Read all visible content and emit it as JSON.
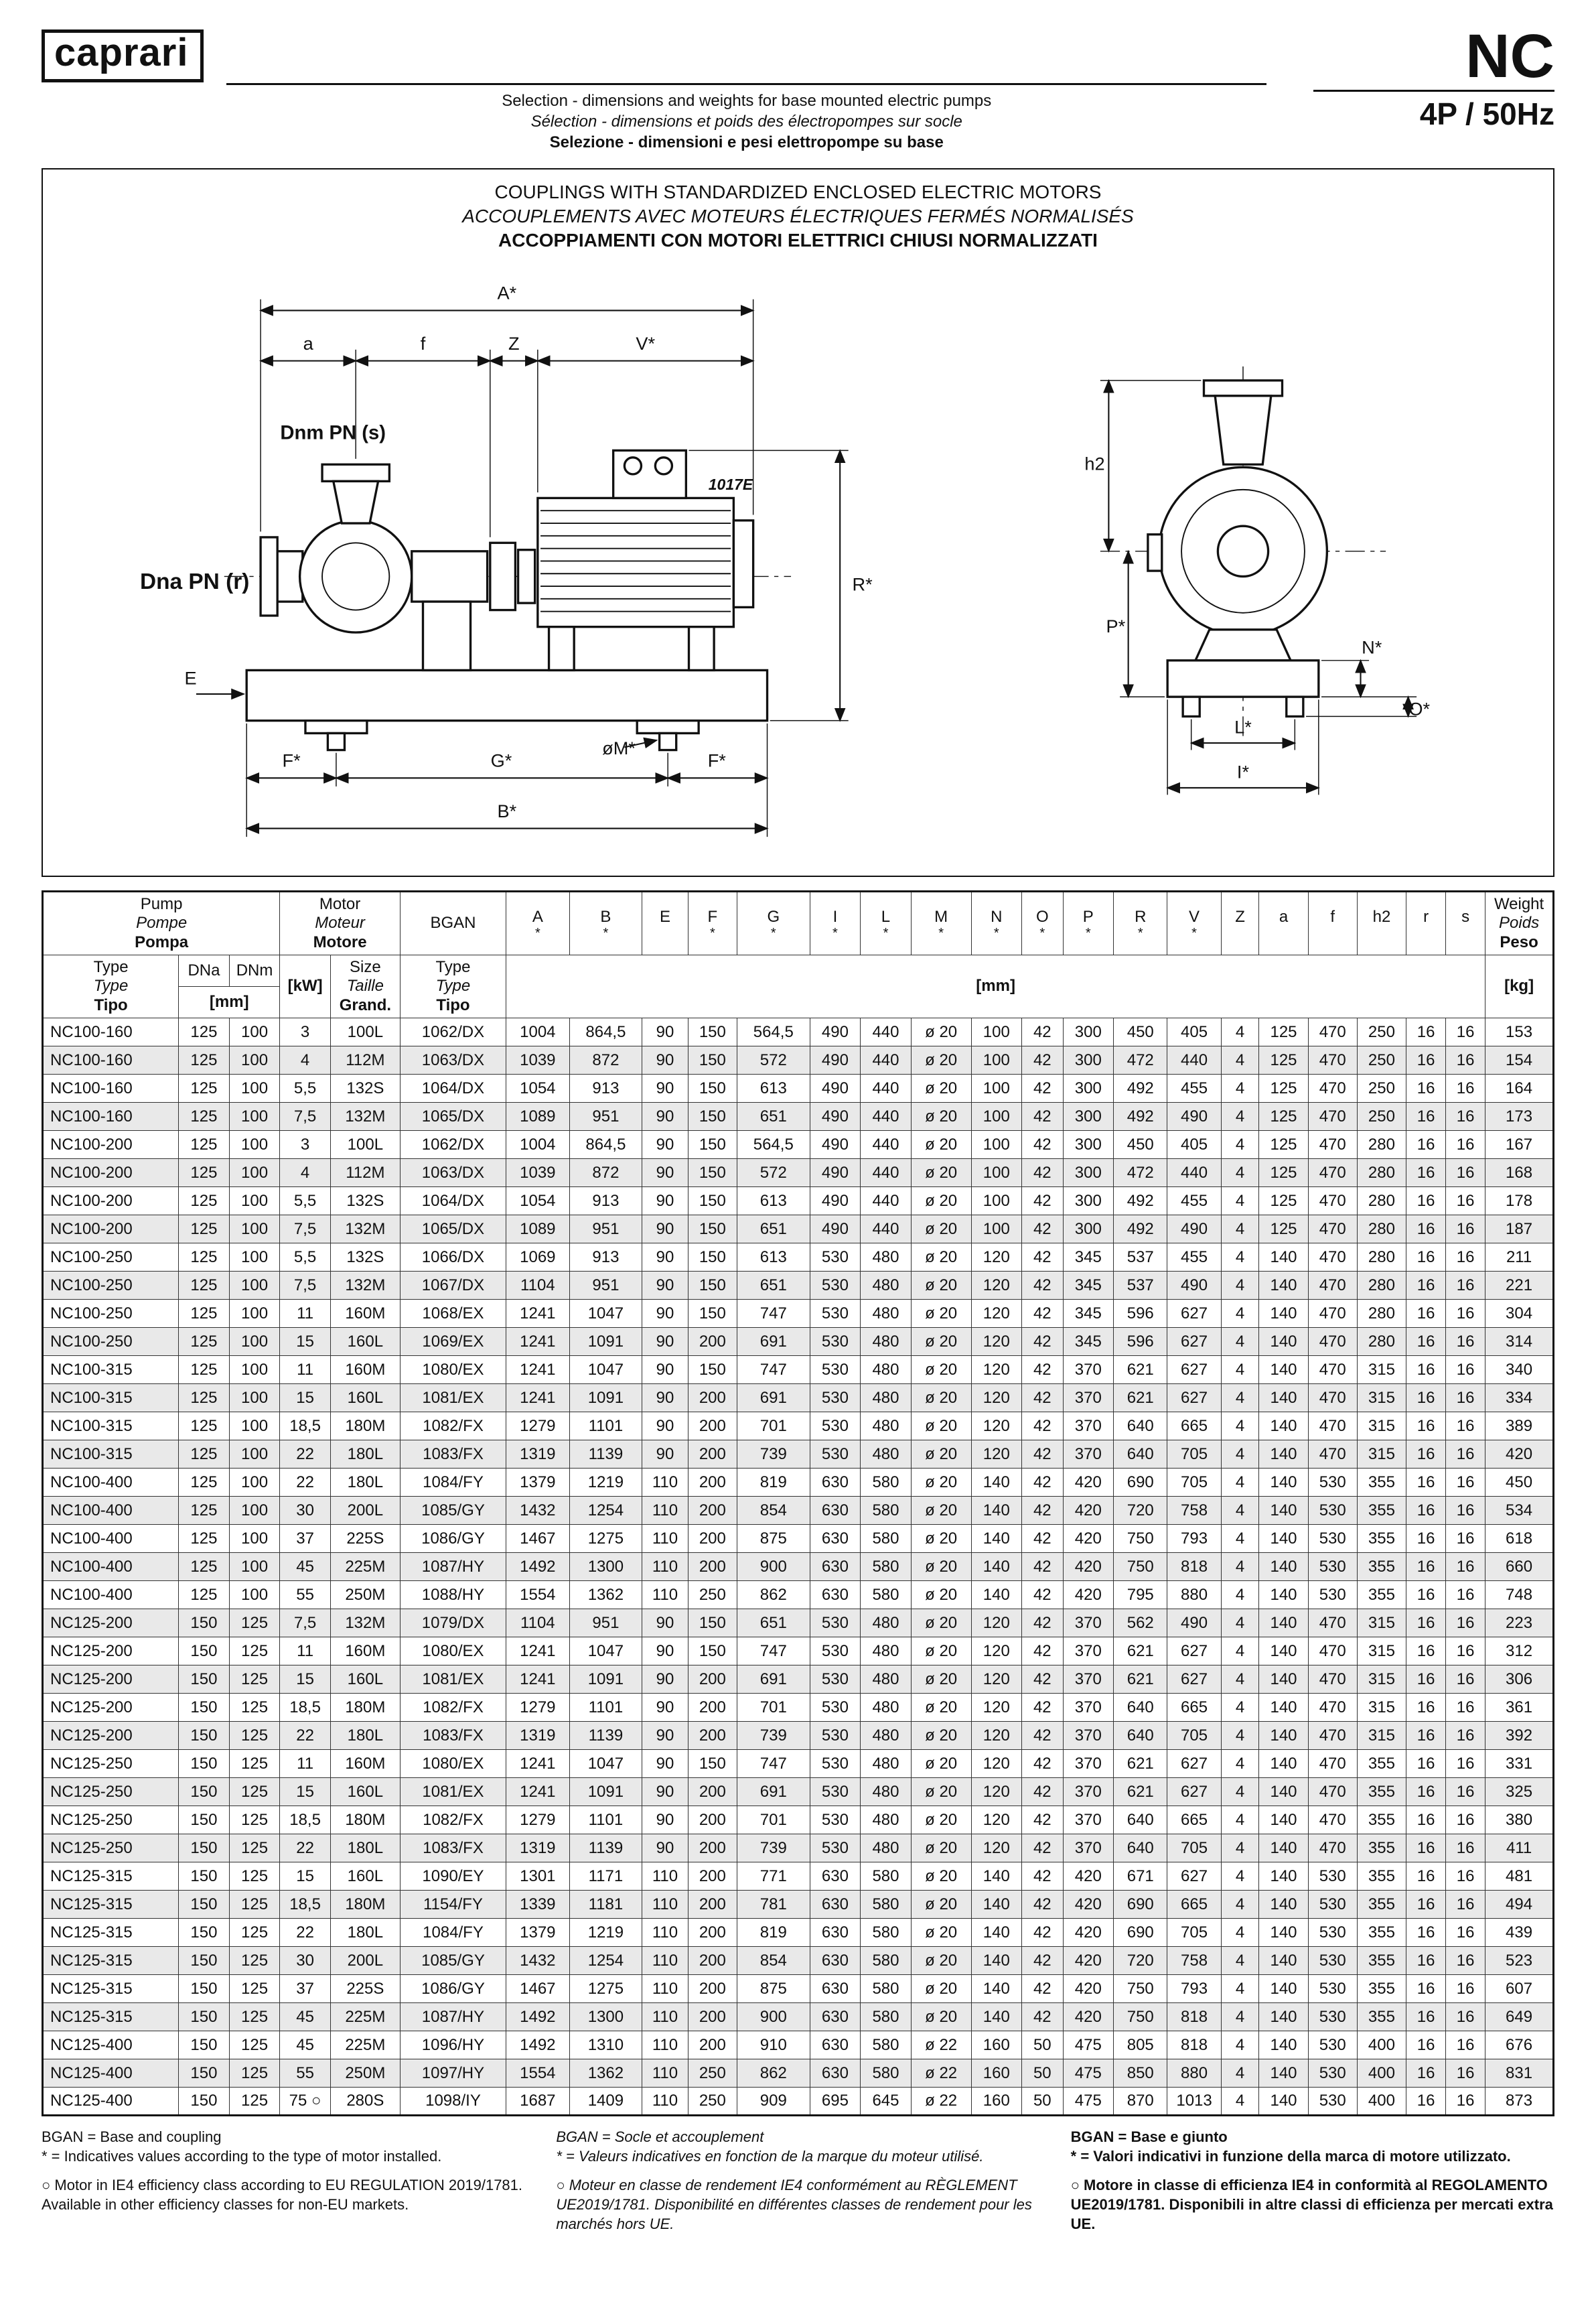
{
  "header": {
    "logo": "caprari",
    "product": "NC",
    "variant": "4P / 50Hz",
    "subtitle_en": "Selection - dimensions and weights for base mounted electric pumps",
    "subtitle_fr": "Sélection - dimensions et poids des électropompes sur socle",
    "subtitle_it": "Selezione - dimensioni e pesi elettropompe su base"
  },
  "drawing": {
    "title_en": "COUPLINGS WITH STANDARDIZED ENCLOSED ELECTRIC MOTORS",
    "title_fr": "ACCOUPLEMENTS AVEC MOTEURS ÉLECTRIQUES FERMÉS NORMALISÉS",
    "title_it": "ACCOPPIAMENTI CON MOTORI ELETTRICI CHIUSI NORMALIZZATI",
    "labels": {
      "A": "A*",
      "a": "a",
      "f": "f",
      "Z": "Z",
      "V": "V*",
      "dnm": "Dnm PN (s)",
      "dna": "Dna PN (r)",
      "code": "1017E",
      "R": "R*",
      "E": "E",
      "M": "øM*",
      "F1": "F*",
      "G": "G*",
      "F2": "F*",
      "B": "B*",
      "h2": "h2",
      "P": "P*",
      "N": "N*",
      "O": "O*",
      "L": "L*",
      "I": "I*"
    }
  },
  "table": {
    "groups": {
      "pump": [
        "Pump",
        "Pompe",
        "Pompa"
      ],
      "motor": [
        "Motor",
        "Moteur",
        "Motore"
      ],
      "bgan": "BGAN",
      "weight": [
        "Weight",
        "Poids",
        "Peso"
      ],
      "type": [
        "Type",
        "Type",
        "Tipo"
      ],
      "size": [
        "Size",
        "Taille",
        "Grand."
      ],
      "dna": "DNa",
      "dnm": "DNm",
      "kw": "[kW]",
      "mm": "[mm]",
      "kg": "[kg]"
    },
    "dim_cols": [
      {
        "l": "A",
        "s": "*"
      },
      {
        "l": "B",
        "s": "*"
      },
      {
        "l": "E",
        "s": ""
      },
      {
        "l": "F",
        "s": "*"
      },
      {
        "l": "G",
        "s": "*"
      },
      {
        "l": "I",
        "s": "*"
      },
      {
        "l": "L",
        "s": "*"
      },
      {
        "l": "M",
        "s": "*"
      },
      {
        "l": "N",
        "s": "*"
      },
      {
        "l": "O",
        "s": "*"
      },
      {
        "l": "P",
        "s": "*"
      },
      {
        "l": "R",
        "s": "*"
      },
      {
        "l": "V",
        "s": "*"
      },
      {
        "l": "Z",
        "s": ""
      },
      {
        "l": "a",
        "s": ""
      },
      {
        "l": "f",
        "s": ""
      },
      {
        "l": "h2",
        "s": ""
      },
      {
        "l": "r",
        "s": ""
      },
      {
        "l": "s",
        "s": ""
      }
    ],
    "rows": [
      [
        "NC100-160",
        "125",
        "100",
        "3",
        "100L",
        "1062/DX",
        "1004",
        "864,5",
        "90",
        "150",
        "564,5",
        "490",
        "440",
        "ø 20",
        "100",
        "42",
        "300",
        "450",
        "405",
        "4",
        "125",
        "470",
        "250",
        "16",
        "16",
        "153"
      ],
      [
        "NC100-160",
        "125",
        "100",
        "4",
        "112M",
        "1063/DX",
        "1039",
        "872",
        "90",
        "150",
        "572",
        "490",
        "440",
        "ø 20",
        "100",
        "42",
        "300",
        "472",
        "440",
        "4",
        "125",
        "470",
        "250",
        "16",
        "16",
        "154"
      ],
      [
        "NC100-160",
        "125",
        "100",
        "5,5",
        "132S",
        "1064/DX",
        "1054",
        "913",
        "90",
        "150",
        "613",
        "490",
        "440",
        "ø 20",
        "100",
        "42",
        "300",
        "492",
        "455",
        "4",
        "125",
        "470",
        "250",
        "16",
        "16",
        "164"
      ],
      [
        "NC100-160",
        "125",
        "100",
        "7,5",
        "132M",
        "1065/DX",
        "1089",
        "951",
        "90",
        "150",
        "651",
        "490",
        "440",
        "ø 20",
        "100",
        "42",
        "300",
        "492",
        "490",
        "4",
        "125",
        "470",
        "250",
        "16",
        "16",
        "173"
      ],
      [
        "NC100-200",
        "125",
        "100",
        "3",
        "100L",
        "1062/DX",
        "1004",
        "864,5",
        "90",
        "150",
        "564,5",
        "490",
        "440",
        "ø 20",
        "100",
        "42",
        "300",
        "450",
        "405",
        "4",
        "125",
        "470",
        "280",
        "16",
        "16",
        "167"
      ],
      [
        "NC100-200",
        "125",
        "100",
        "4",
        "112M",
        "1063/DX",
        "1039",
        "872",
        "90",
        "150",
        "572",
        "490",
        "440",
        "ø 20",
        "100",
        "42",
        "300",
        "472",
        "440",
        "4",
        "125",
        "470",
        "280",
        "16",
        "16",
        "168"
      ],
      [
        "NC100-200",
        "125",
        "100",
        "5,5",
        "132S",
        "1064/DX",
        "1054",
        "913",
        "90",
        "150",
        "613",
        "490",
        "440",
        "ø 20",
        "100",
        "42",
        "300",
        "492",
        "455",
        "4",
        "125",
        "470",
        "280",
        "16",
        "16",
        "178"
      ],
      [
        "NC100-200",
        "125",
        "100",
        "7,5",
        "132M",
        "1065/DX",
        "1089",
        "951",
        "90",
        "150",
        "651",
        "490",
        "440",
        "ø 20",
        "100",
        "42",
        "300",
        "492",
        "490",
        "4",
        "125",
        "470",
        "280",
        "16",
        "16",
        "187"
      ],
      [
        "NC100-250",
        "125",
        "100",
        "5,5",
        "132S",
        "1066/DX",
        "1069",
        "913",
        "90",
        "150",
        "613",
        "530",
        "480",
        "ø 20",
        "120",
        "42",
        "345",
        "537",
        "455",
        "4",
        "140",
        "470",
        "280",
        "16",
        "16",
        "211"
      ],
      [
        "NC100-250",
        "125",
        "100",
        "7,5",
        "132M",
        "1067/DX",
        "1104",
        "951",
        "90",
        "150",
        "651",
        "530",
        "480",
        "ø 20",
        "120",
        "42",
        "345",
        "537",
        "490",
        "4",
        "140",
        "470",
        "280",
        "16",
        "16",
        "221"
      ],
      [
        "NC100-250",
        "125",
        "100",
        "11",
        "160M",
        "1068/EX",
        "1241",
        "1047",
        "90",
        "150",
        "747",
        "530",
        "480",
        "ø 20",
        "120",
        "42",
        "345",
        "596",
        "627",
        "4",
        "140",
        "470",
        "280",
        "16",
        "16",
        "304"
      ],
      [
        "NC100-250",
        "125",
        "100",
        "15",
        "160L",
        "1069/EX",
        "1241",
        "1091",
        "90",
        "200",
        "691",
        "530",
        "480",
        "ø 20",
        "120",
        "42",
        "345",
        "596",
        "627",
        "4",
        "140",
        "470",
        "280",
        "16",
        "16",
        "314"
      ],
      [
        "NC100-315",
        "125",
        "100",
        "11",
        "160M",
        "1080/EX",
        "1241",
        "1047",
        "90",
        "150",
        "747",
        "530",
        "480",
        "ø 20",
        "120",
        "42",
        "370",
        "621",
        "627",
        "4",
        "140",
        "470",
        "315",
        "16",
        "16",
        "340"
      ],
      [
        "NC100-315",
        "125",
        "100",
        "15",
        "160L",
        "1081/EX",
        "1241",
        "1091",
        "90",
        "200",
        "691",
        "530",
        "480",
        "ø 20",
        "120",
        "42",
        "370",
        "621",
        "627",
        "4",
        "140",
        "470",
        "315",
        "16",
        "16",
        "334"
      ],
      [
        "NC100-315",
        "125",
        "100",
        "18,5",
        "180M",
        "1082/FX",
        "1279",
        "1101",
        "90",
        "200",
        "701",
        "530",
        "480",
        "ø 20",
        "120",
        "42",
        "370",
        "640",
        "665",
        "4",
        "140",
        "470",
        "315",
        "16",
        "16",
        "389"
      ],
      [
        "NC100-315",
        "125",
        "100",
        "22",
        "180L",
        "1083/FX",
        "1319",
        "1139",
        "90",
        "200",
        "739",
        "530",
        "480",
        "ø 20",
        "120",
        "42",
        "370",
        "640",
        "705",
        "4",
        "140",
        "470",
        "315",
        "16",
        "16",
        "420"
      ],
      [
        "NC100-400",
        "125",
        "100",
        "22",
        "180L",
        "1084/FY",
        "1379",
        "1219",
        "110",
        "200",
        "819",
        "630",
        "580",
        "ø 20",
        "140",
        "42",
        "420",
        "690",
        "705",
        "4",
        "140",
        "530",
        "355",
        "16",
        "16",
        "450"
      ],
      [
        "NC100-400",
        "125",
        "100",
        "30",
        "200L",
        "1085/GY",
        "1432",
        "1254",
        "110",
        "200",
        "854",
        "630",
        "580",
        "ø 20",
        "140",
        "42",
        "420",
        "720",
        "758",
        "4",
        "140",
        "530",
        "355",
        "16",
        "16",
        "534"
      ],
      [
        "NC100-400",
        "125",
        "100",
        "37",
        "225S",
        "1086/GY",
        "1467",
        "1275",
        "110",
        "200",
        "875",
        "630",
        "580",
        "ø 20",
        "140",
        "42",
        "420",
        "750",
        "793",
        "4",
        "140",
        "530",
        "355",
        "16",
        "16",
        "618"
      ],
      [
        "NC100-400",
        "125",
        "100",
        "45",
        "225M",
        "1087/HY",
        "1492",
        "1300",
        "110",
        "200",
        "900",
        "630",
        "580",
        "ø 20",
        "140",
        "42",
        "420",
        "750",
        "818",
        "4",
        "140",
        "530",
        "355",
        "16",
        "16",
        "660"
      ],
      [
        "NC100-400",
        "125",
        "100",
        "55",
        "250M",
        "1088/HY",
        "1554",
        "1362",
        "110",
        "250",
        "862",
        "630",
        "580",
        "ø 20",
        "140",
        "42",
        "420",
        "795",
        "880",
        "4",
        "140",
        "530",
        "355",
        "16",
        "16",
        "748"
      ],
      [
        "NC125-200",
        "150",
        "125",
        "7,5",
        "132M",
        "1079/DX",
        "1104",
        "951",
        "90",
        "150",
        "651",
        "530",
        "480",
        "ø 20",
        "120",
        "42",
        "370",
        "562",
        "490",
        "4",
        "140",
        "470",
        "315",
        "16",
        "16",
        "223"
      ],
      [
        "NC125-200",
        "150",
        "125",
        "11",
        "160M",
        "1080/EX",
        "1241",
        "1047",
        "90",
        "150",
        "747",
        "530",
        "480",
        "ø 20",
        "120",
        "42",
        "370",
        "621",
        "627",
        "4",
        "140",
        "470",
        "315",
        "16",
        "16",
        "312"
      ],
      [
        "NC125-200",
        "150",
        "125",
        "15",
        "160L",
        "1081/EX",
        "1241",
        "1091",
        "90",
        "200",
        "691",
        "530",
        "480",
        "ø 20",
        "120",
        "42",
        "370",
        "621",
        "627",
        "4",
        "140",
        "470",
        "315",
        "16",
        "16",
        "306"
      ],
      [
        "NC125-200",
        "150",
        "125",
        "18,5",
        "180M",
        "1082/FX",
        "1279",
        "1101",
        "90",
        "200",
        "701",
        "530",
        "480",
        "ø 20",
        "120",
        "42",
        "370",
        "640",
        "665",
        "4",
        "140",
        "470",
        "315",
        "16",
        "16",
        "361"
      ],
      [
        "NC125-200",
        "150",
        "125",
        "22",
        "180L",
        "1083/FX",
        "1319",
        "1139",
        "90",
        "200",
        "739",
        "530",
        "480",
        "ø 20",
        "120",
        "42",
        "370",
        "640",
        "705",
        "4",
        "140",
        "470",
        "315",
        "16",
        "16",
        "392"
      ],
      [
        "NC125-250",
        "150",
        "125",
        "11",
        "160M",
        "1080/EX",
        "1241",
        "1047",
        "90",
        "150",
        "747",
        "530",
        "480",
        "ø 20",
        "120",
        "42",
        "370",
        "621",
        "627",
        "4",
        "140",
        "470",
        "355",
        "16",
        "16",
        "331"
      ],
      [
        "NC125-250",
        "150",
        "125",
        "15",
        "160L",
        "1081/EX",
        "1241",
        "1091",
        "90",
        "200",
        "691",
        "530",
        "480",
        "ø 20",
        "120",
        "42",
        "370",
        "621",
        "627",
        "4",
        "140",
        "470",
        "355",
        "16",
        "16",
        "325"
      ],
      [
        "NC125-250",
        "150",
        "125",
        "18,5",
        "180M",
        "1082/FX",
        "1279",
        "1101",
        "90",
        "200",
        "701",
        "530",
        "480",
        "ø 20",
        "120",
        "42",
        "370",
        "640",
        "665",
        "4",
        "140",
        "470",
        "355",
        "16",
        "16",
        "380"
      ],
      [
        "NC125-250",
        "150",
        "125",
        "22",
        "180L",
        "1083/FX",
        "1319",
        "1139",
        "90",
        "200",
        "739",
        "530",
        "480",
        "ø 20",
        "120",
        "42",
        "370",
        "640",
        "705",
        "4",
        "140",
        "470",
        "355",
        "16",
        "16",
        "411"
      ],
      [
        "NC125-315",
        "150",
        "125",
        "15",
        "160L",
        "1090/EY",
        "1301",
        "1171",
        "110",
        "200",
        "771",
        "630",
        "580",
        "ø 20",
        "140",
        "42",
        "420",
        "671",
        "627",
        "4",
        "140",
        "530",
        "355",
        "16",
        "16",
        "481"
      ],
      [
        "NC125-315",
        "150",
        "125",
        "18,5",
        "180M",
        "1154/FY",
        "1339",
        "1181",
        "110",
        "200",
        "781",
        "630",
        "580",
        "ø 20",
        "140",
        "42",
        "420",
        "690",
        "665",
        "4",
        "140",
        "530",
        "355",
        "16",
        "16",
        "494"
      ],
      [
        "NC125-315",
        "150",
        "125",
        "22",
        "180L",
        "1084/FY",
        "1379",
        "1219",
        "110",
        "200",
        "819",
        "630",
        "580",
        "ø 20",
        "140",
        "42",
        "420",
        "690",
        "705",
        "4",
        "140",
        "530",
        "355",
        "16",
        "16",
        "439"
      ],
      [
        "NC125-315",
        "150",
        "125",
        "30",
        "200L",
        "1085/GY",
        "1432",
        "1254",
        "110",
        "200",
        "854",
        "630",
        "580",
        "ø 20",
        "140",
        "42",
        "420",
        "720",
        "758",
        "4",
        "140",
        "530",
        "355",
        "16",
        "16",
        "523"
      ],
      [
        "NC125-315",
        "150",
        "125",
        "37",
        "225S",
        "1086/GY",
        "1467",
        "1275",
        "110",
        "200",
        "875",
        "630",
        "580",
        "ø 20",
        "140",
        "42",
        "420",
        "750",
        "793",
        "4",
        "140",
        "530",
        "355",
        "16",
        "16",
        "607"
      ],
      [
        "NC125-315",
        "150",
        "125",
        "45",
        "225M",
        "1087/HY",
        "1492",
        "1300",
        "110",
        "200",
        "900",
        "630",
        "580",
        "ø 20",
        "140",
        "42",
        "420",
        "750",
        "818",
        "4",
        "140",
        "530",
        "355",
        "16",
        "16",
        "649"
      ],
      [
        "NC125-400",
        "150",
        "125",
        "45",
        "225M",
        "1096/HY",
        "1492",
        "1310",
        "110",
        "200",
        "910",
        "630",
        "580",
        "ø 22",
        "160",
        "50",
        "475",
        "805",
        "818",
        "4",
        "140",
        "530",
        "400",
        "16",
        "16",
        "676"
      ],
      [
        "NC125-400",
        "150",
        "125",
        "55",
        "250M",
        "1097/HY",
        "1554",
        "1362",
        "110",
        "250",
        "862",
        "630",
        "580",
        "ø 22",
        "160",
        "50",
        "475",
        "850",
        "880",
        "4",
        "140",
        "530",
        "400",
        "16",
        "16",
        "831"
      ],
      [
        "NC125-400",
        "150",
        "125",
        "75 ○",
        "280S",
        "1098/IY",
        "1687",
        "1409",
        "110",
        "250",
        "909",
        "695",
        "645",
        "ø 22",
        "160",
        "50",
        "475",
        "870",
        "1013",
        "4",
        "140",
        "530",
        "400",
        "16",
        "16",
        "873"
      ]
    ]
  },
  "footer": {
    "en": {
      "bgan": "BGAN = Base and coupling",
      "star": "* = Indicatives values according to the type of motor installed.",
      "note": "○ Motor in IE4 efficiency class according to EU REGULATION 2019/1781. Available in other efficiency classes for non-EU markets."
    },
    "fr": {
      "bgan": "BGAN = Socle et accouplement",
      "star": "* = Valeurs indicatives en fonction de la marque du moteur utilisé.",
      "note": "○ Moteur en classe de rendement IE4 conformément au RÈGLEMENT UE2019/1781. Disponibilité en différentes classes de rendement pour les marchés hors UE."
    },
    "it": {
      "bgan": "BGAN = Base e giunto",
      "star": "* = Valori indicativi in funzione della marca di motore utilizzato.",
      "note": "○ Motore in classe di efficienza IE4 in conformità al REGOLAMENTO UE2019/1781. Disponibili in altre classi di efficienza per mercati extra UE."
    }
  }
}
